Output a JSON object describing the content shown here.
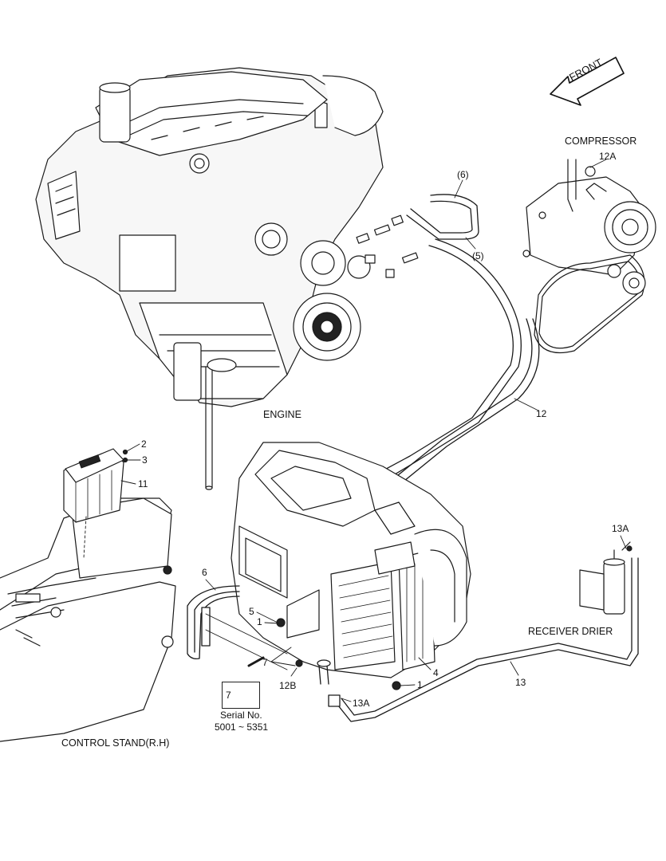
{
  "labels": {
    "front": "FRONT",
    "compressor": "COMPRESSOR",
    "engine": "ENGINE",
    "receiver_drier": "RECEIVER DRIER",
    "control_stand": "CONTROL STAND(R.H)",
    "serial_no": "Serial No.",
    "serial_range": "5001 ~ 5351"
  },
  "callouts": {
    "c12a_top": "12A",
    "c6_top": "(6)",
    "c5_top": "(5)",
    "c12": "12",
    "c2": "2",
    "c3": "3",
    "c11": "11",
    "c6": "6",
    "c5": "5",
    "c1_left": "1",
    "c7": "7",
    "c12b": "12B",
    "c7_box": "7",
    "c13a_top": "13A",
    "c4": "4",
    "c1_right": "1",
    "c13a_bottom": "13A",
    "c13": "13"
  }
}
